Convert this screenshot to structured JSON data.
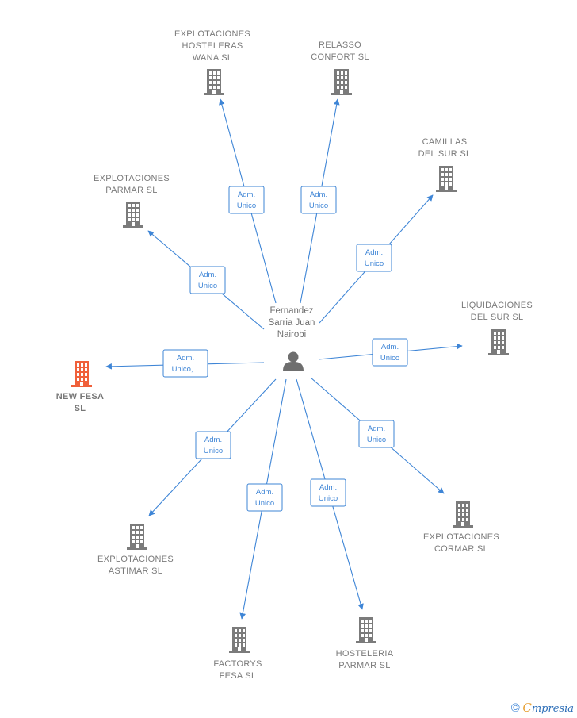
{
  "person": {
    "lines": [
      "Fernandez",
      "Sarria Juan",
      "Nairobi"
    ],
    "icon": "person-icon"
  },
  "companies": [
    {
      "id": "explotaciones-hosteleras-wana",
      "lines": [
        "EXPLOTACIONES",
        "HOSTELERAS",
        "WANA  SL"
      ],
      "relation": [
        "Adm.",
        "Unico"
      ],
      "highlight": false
    },
    {
      "id": "relasso-confort",
      "lines": [
        "RELASSO",
        "CONFORT  SL"
      ],
      "relation": [
        "Adm.",
        "Unico"
      ],
      "highlight": false
    },
    {
      "id": "camillas-del-sur",
      "lines": [
        "CAMILLAS",
        "DEL SUR  SL"
      ],
      "relation": [
        "Adm.",
        "Unico"
      ],
      "highlight": false
    },
    {
      "id": "explotaciones-parmar",
      "lines": [
        "EXPLOTACIONES",
        "PARMAR  SL"
      ],
      "relation": [
        "Adm.",
        "Unico"
      ],
      "highlight": false
    },
    {
      "id": "liquidaciones-del-sur",
      "lines": [
        "LIQUIDACIONES",
        "DEL SUR SL"
      ],
      "relation": [
        "Adm.",
        "Unico"
      ],
      "highlight": false
    },
    {
      "id": "new-fesa",
      "lines": [
        "NEW FESA",
        "SL"
      ],
      "relation": [
        "Adm.",
        "Unico,..."
      ],
      "highlight": true
    },
    {
      "id": "explotaciones-cormar",
      "lines": [
        "EXPLOTACIONES",
        "CORMAR  SL"
      ],
      "relation": [
        "Adm.",
        "Unico"
      ],
      "highlight": false
    },
    {
      "id": "explotaciones-astimar",
      "lines": [
        "EXPLOTACIONES",
        "ASTIMAR  SL"
      ],
      "relation": [
        "Adm.",
        "Unico"
      ],
      "highlight": false
    },
    {
      "id": "factorys-fesa",
      "lines": [
        "FACTORYS",
        "FESA SL"
      ],
      "relation": [
        "Adm.",
        "Unico"
      ],
      "highlight": false
    },
    {
      "id": "hosteleria-parmar",
      "lines": [
        "HOSTELERIA",
        "PARMAR  SL"
      ],
      "relation": [
        "Adm.",
        "Unico"
      ],
      "highlight": false
    }
  ],
  "colors": {
    "edge": "#3e85d6",
    "building": "#7b7b7b",
    "building_highlight": "#f0603a",
    "person": "#6e6e6e"
  },
  "footer": {
    "copyright": "©",
    "brand_initial": "C",
    "brand_rest": "mpresia"
  }
}
